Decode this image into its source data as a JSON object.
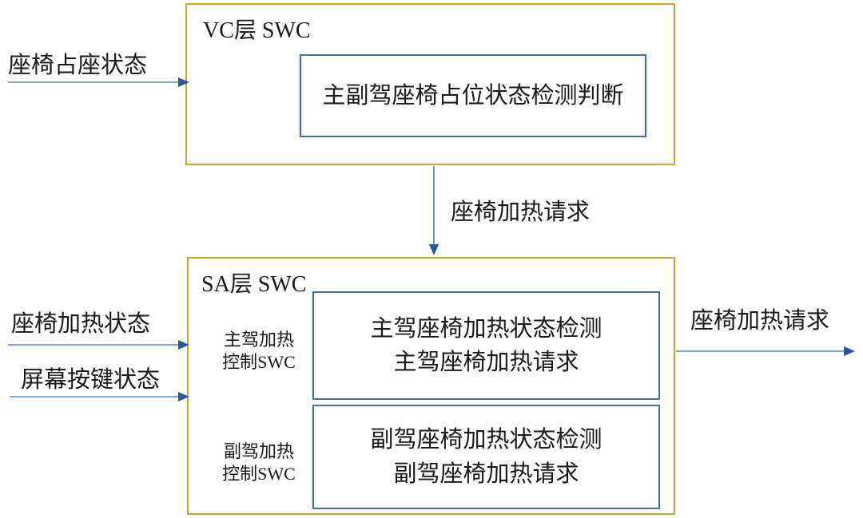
{
  "vc_box": {
    "title": "VC层 SWC",
    "component": "主副驾座椅占位状态检测判断"
  },
  "sa_box": {
    "title": "SA层 SWC",
    "driver_label": {
      "line1": "主驾加热",
      "line2": "控制SWC"
    },
    "passenger_label": {
      "line1": "副驾加热",
      "line2": "控制SWC"
    },
    "driver_component": {
      "line1": "主驾座椅加热状态检测",
      "line2": "主驾座椅加热请求"
    },
    "passenger_component": {
      "line1": "副驾座椅加热状态检测",
      "line2": "副驾座椅加热请求"
    }
  },
  "signals": {
    "seat_occupancy_status": "座椅占座状态",
    "seat_heating_request_vc_to_sa": "座椅加热请求",
    "seat_heating_status": "座椅加热状态",
    "screen_button_status": "屏幕按键状态",
    "seat_heating_request_out": "座椅加热请求"
  },
  "colors": {
    "container-border": "#C5A430",
    "component-border": "#41719C",
    "arrow-line": "#5585C8",
    "arrow-head": "#2E5597",
    "text": "#1A1A1A",
    "background": "#FFFFFF"
  }
}
